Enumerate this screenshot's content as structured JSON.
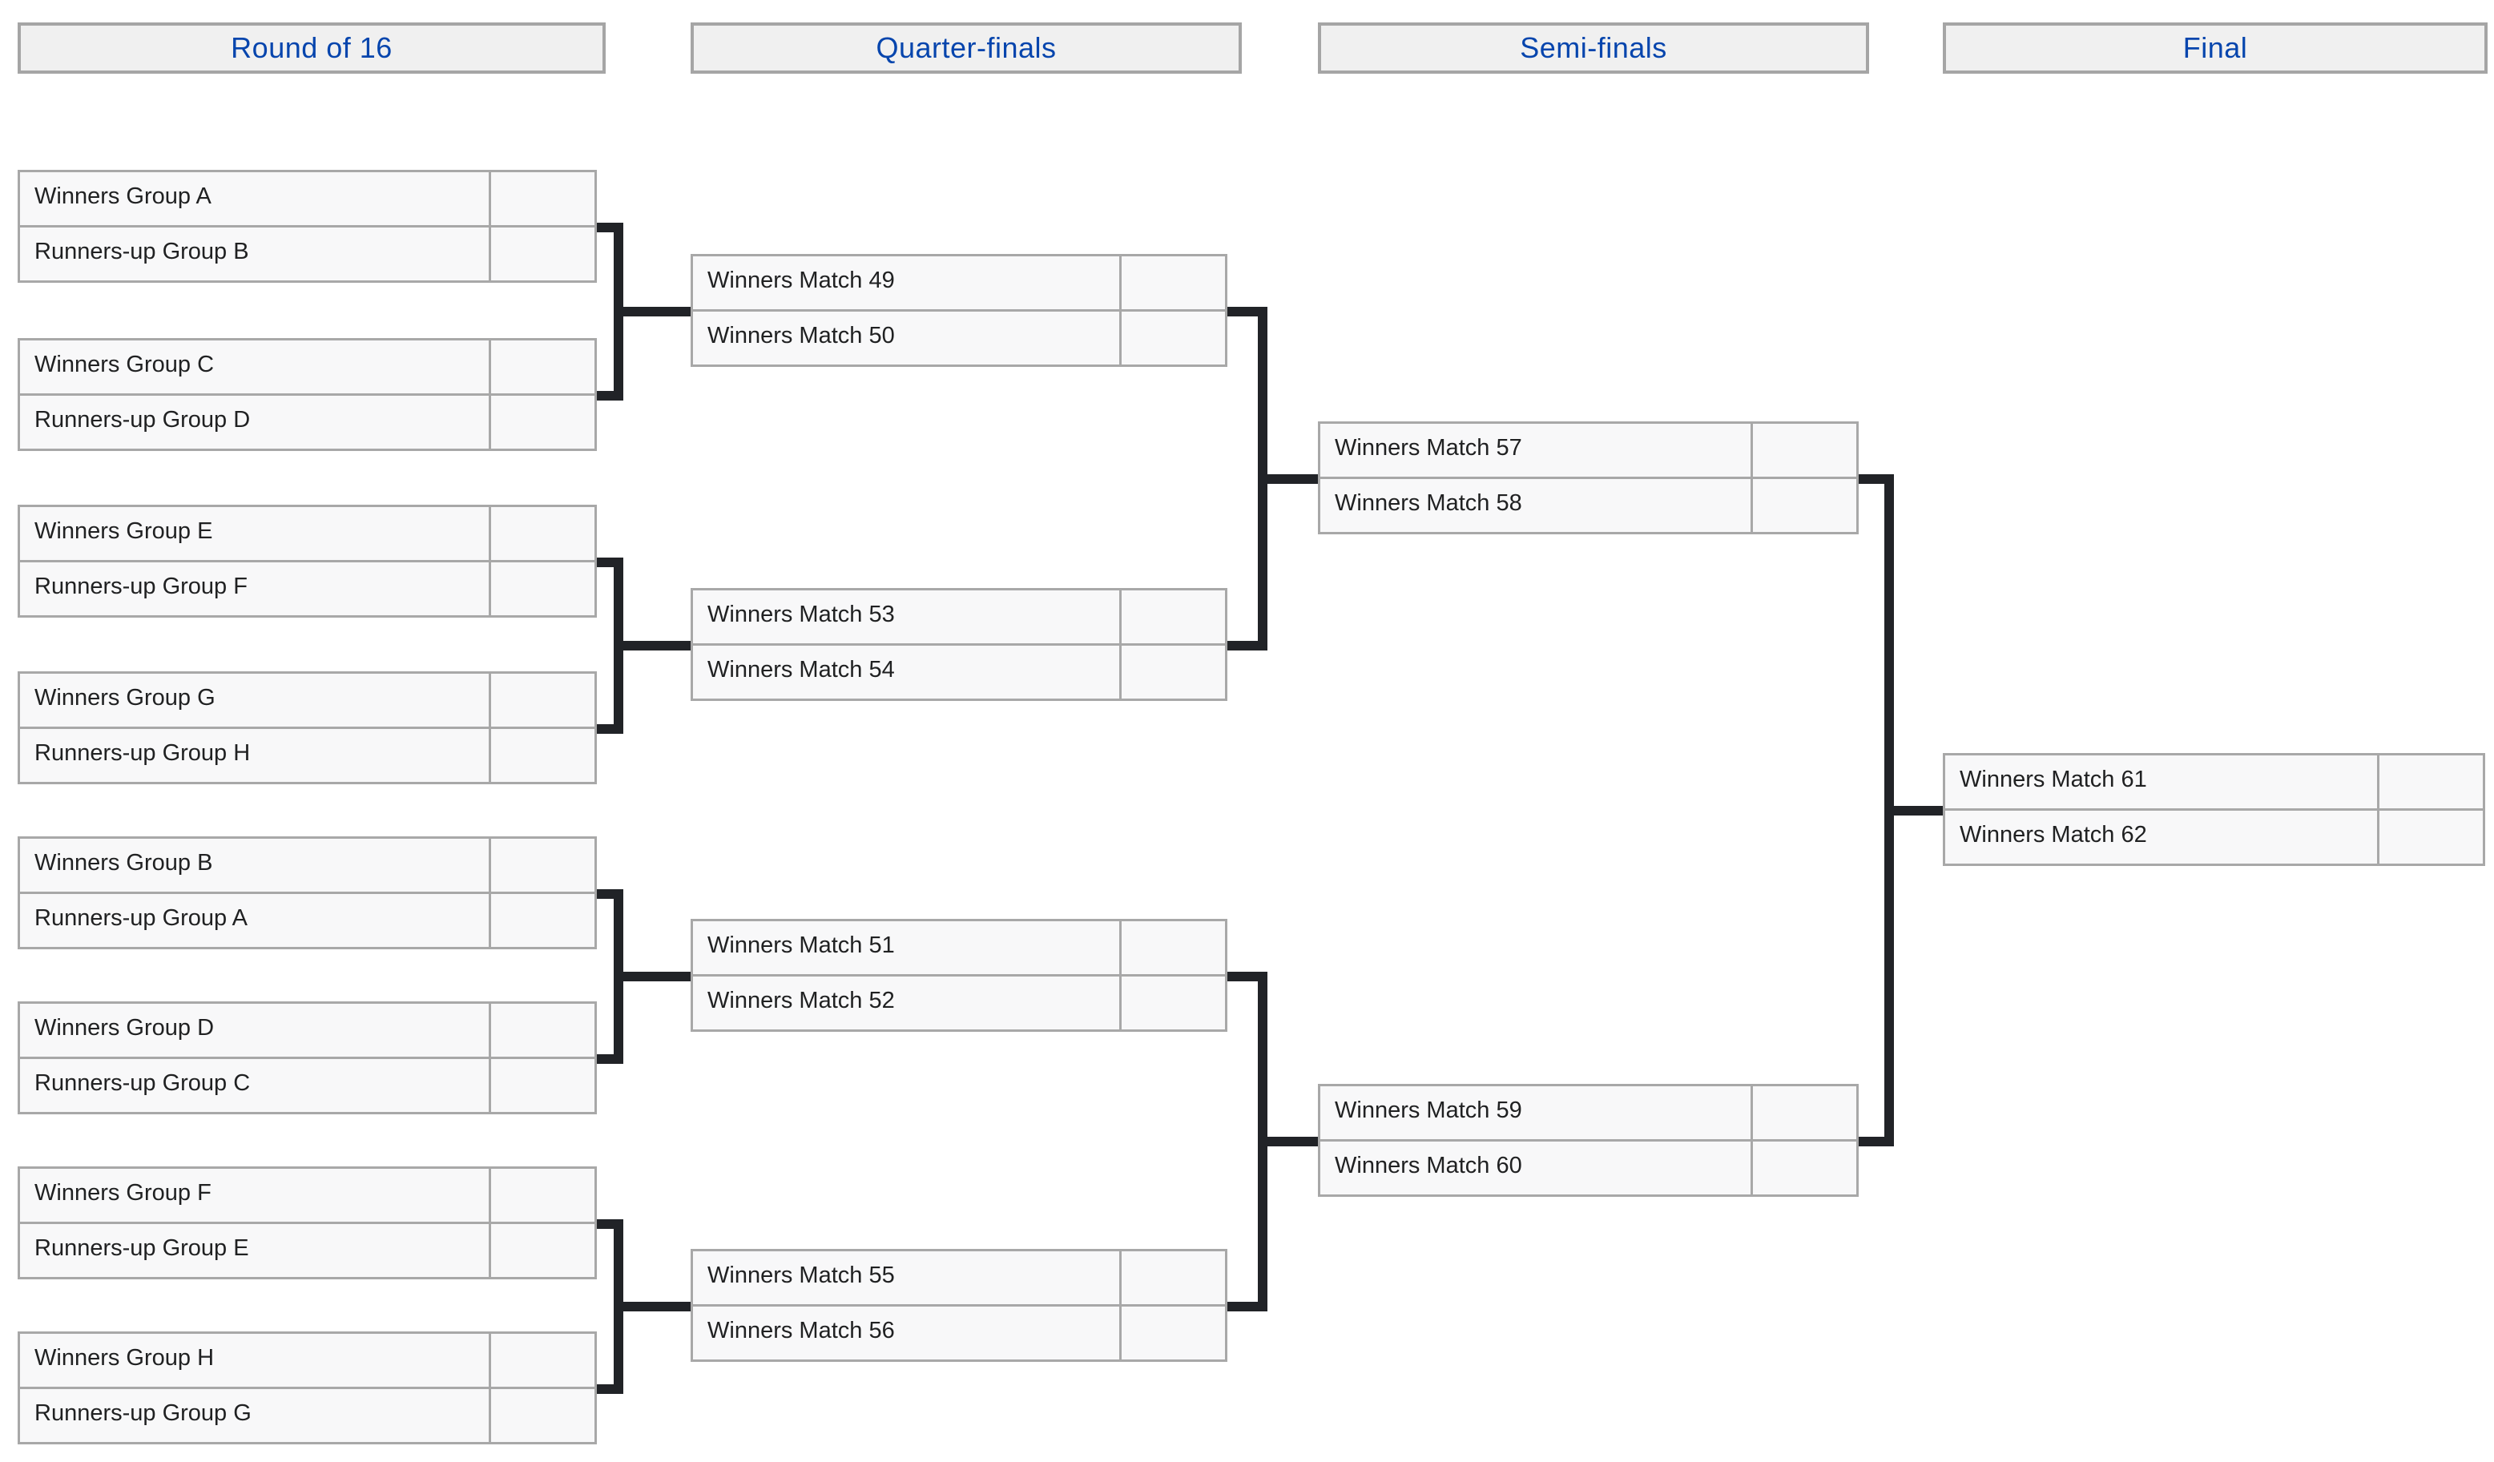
{
  "colors": {
    "header_text": "#0645ad",
    "header_background": "#f0f0f0",
    "cell_background": "#f8f8f9",
    "cell_border": "#a8a8a8",
    "connector": "#212327",
    "team_text": "#202122"
  },
  "rounds": [
    {
      "label": "Round of 16",
      "matches": [
        {
          "slots": [
            {
              "label": "Winners Group A",
              "score": ""
            },
            {
              "label": "Runners-up Group B",
              "score": ""
            }
          ]
        },
        {
          "slots": [
            {
              "label": "Winners Group C",
              "score": ""
            },
            {
              "label": "Runners-up Group D",
              "score": ""
            }
          ]
        },
        {
          "slots": [
            {
              "label": "Winners Group E",
              "score": ""
            },
            {
              "label": "Runners-up Group F",
              "score": ""
            }
          ]
        },
        {
          "slots": [
            {
              "label": "Winners Group G",
              "score": ""
            },
            {
              "label": "Runners-up Group H",
              "score": ""
            }
          ]
        },
        {
          "slots": [
            {
              "label": "Winners Group B",
              "score": ""
            },
            {
              "label": "Runners-up Group A",
              "score": ""
            }
          ]
        },
        {
          "slots": [
            {
              "label": "Winners Group D",
              "score": ""
            },
            {
              "label": "Runners-up Group C",
              "score": ""
            }
          ]
        },
        {
          "slots": [
            {
              "label": "Winners Group F",
              "score": ""
            },
            {
              "label": "Runners-up Group E",
              "score": ""
            }
          ]
        },
        {
          "slots": [
            {
              "label": "Winners Group H",
              "score": ""
            },
            {
              "label": "Runners-up Group G",
              "score": ""
            }
          ]
        }
      ]
    },
    {
      "label": "Quarter-finals",
      "matches": [
        {
          "slots": [
            {
              "label": "Winners Match 49",
              "score": ""
            },
            {
              "label": "Winners Match 50",
              "score": ""
            }
          ]
        },
        {
          "slots": [
            {
              "label": "Winners Match 53",
              "score": ""
            },
            {
              "label": "Winners Match 54",
              "score": ""
            }
          ]
        },
        {
          "slots": [
            {
              "label": "Winners Match 51",
              "score": ""
            },
            {
              "label": "Winners Match 52",
              "score": ""
            }
          ]
        },
        {
          "slots": [
            {
              "label": "Winners Match 55",
              "score": ""
            },
            {
              "label": "Winners Match 56",
              "score": ""
            }
          ]
        }
      ]
    },
    {
      "label": "Semi-finals",
      "matches": [
        {
          "slots": [
            {
              "label": "Winners Match 57",
              "score": ""
            },
            {
              "label": "Winners Match 58",
              "score": ""
            }
          ]
        },
        {
          "slots": [
            {
              "label": "Winners Match 59",
              "score": ""
            },
            {
              "label": "Winners Match 60",
              "score": ""
            }
          ]
        }
      ]
    },
    {
      "label": "Final",
      "matches": [
        {
          "slots": [
            {
              "label": "Winners Match 61",
              "score": ""
            },
            {
              "label": "Winners Match 62",
              "score": ""
            }
          ]
        }
      ]
    }
  ]
}
